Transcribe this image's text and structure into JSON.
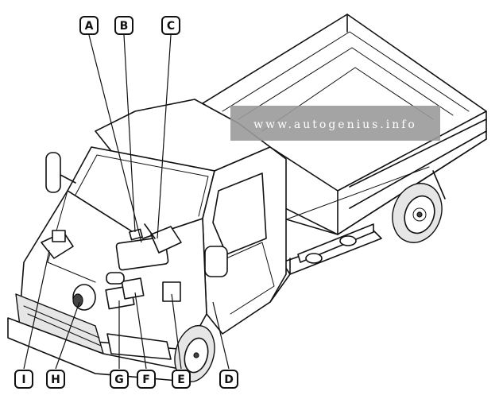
{
  "watermark": {
    "text": "www.autogenius.info"
  },
  "callouts": [
    {
      "letter": "A"
    },
    {
      "letter": "B"
    },
    {
      "letter": "C"
    },
    {
      "letter": "D"
    },
    {
      "letter": "E"
    },
    {
      "letter": "F"
    },
    {
      "letter": "G"
    },
    {
      "letter": "H"
    },
    {
      "letter": "I"
    }
  ]
}
